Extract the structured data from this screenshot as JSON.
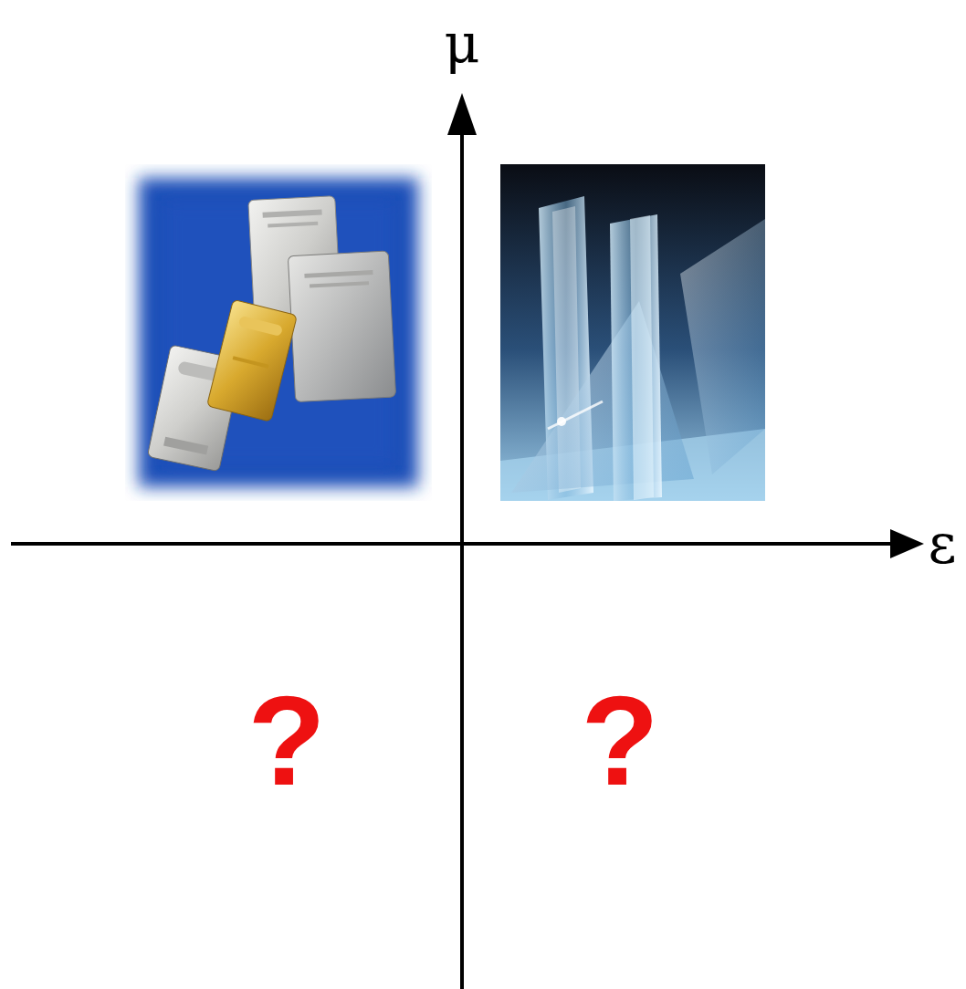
{
  "diagram": {
    "labels": [
      "μ",
      "ε",
      "?",
      "?"
    ]
  }
}
